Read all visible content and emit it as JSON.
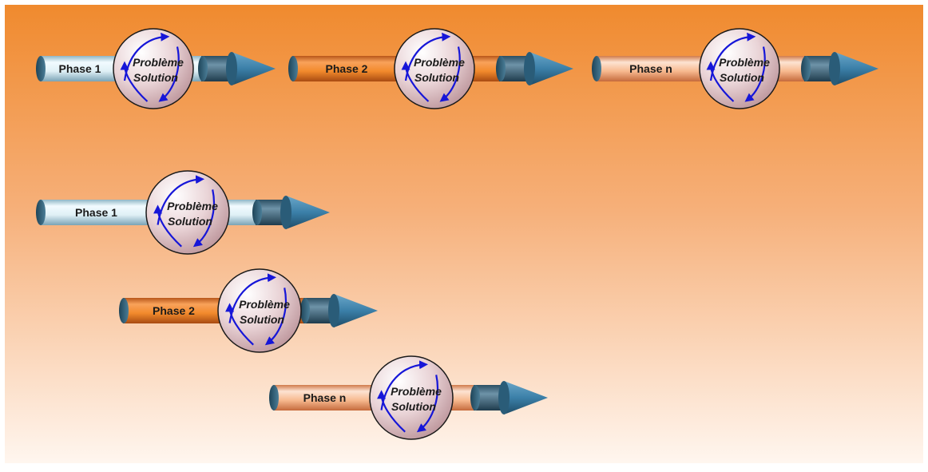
{
  "colors": {
    "background_top": "#f08a2e",
    "background_bottom": "#fff6ef",
    "tube_blue": "#dff0f6",
    "tube_orange": "#f28a2c",
    "tube_peach": "#f7b98f",
    "arrow_head": "#3b7fa8",
    "cycle_arrows": "#1616d8"
  },
  "horizontal_flow": {
    "phases": [
      {
        "label": "Phase 1",
        "top": "Problème",
        "bottom": "Solution",
        "color": "blue"
      },
      {
        "label": "Phase 2",
        "top": "Problème",
        "bottom": "Solution",
        "color": "orange"
      },
      {
        "label": "Phase n",
        "top": "Problème",
        "bottom": "Solution",
        "color": "peach"
      }
    ]
  },
  "cascade_flow": {
    "phases": [
      {
        "label": "Phase 1",
        "top": "Problème",
        "bottom": "Solution",
        "color": "blue"
      },
      {
        "label": "Phase 2",
        "top": "Problème",
        "bottom": "Solution",
        "color": "orange"
      },
      {
        "label": "Phase n",
        "top": "Problème",
        "bottom": "Solution",
        "color": "peach"
      }
    ]
  }
}
